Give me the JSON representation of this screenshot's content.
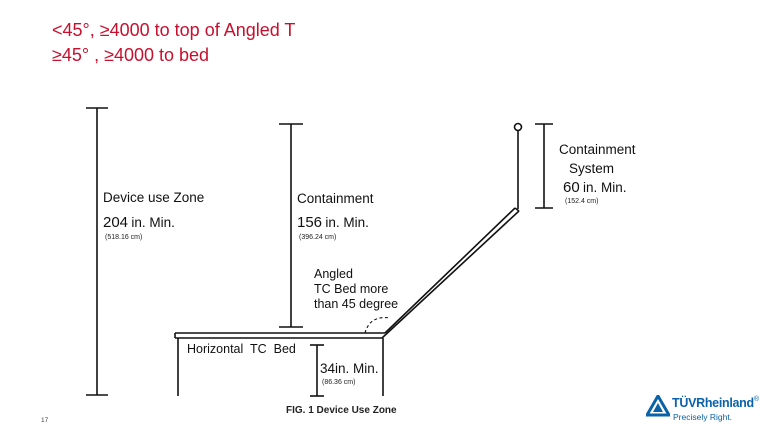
{
  "slide": {
    "title_line1": "<45°, ≥4000 to top of Angled T",
    "title_line2": "≥45° , ≥4000 to bed",
    "page_number": "17"
  },
  "diagram": {
    "caption": "FIG. 1 Device Use Zone",
    "device_zone": {
      "label": "Device use Zone",
      "value": "204",
      "unit": "in. Min.",
      "metric": "(518.16 cm)"
    },
    "containment": {
      "label": "Containment",
      "value": "156",
      "unit": "in. Min.",
      "metric": "(396.24 cm)"
    },
    "containment_system": {
      "label_line1": "Containment",
      "label_line2": "System",
      "value": "60",
      "unit": "in. Min.",
      "metric": "(152.4 cm)"
    },
    "angled_bed": {
      "line1": "Angled",
      "line2": "TC Bed more",
      "line3": "than 45 degree"
    },
    "horizontal_bed": {
      "label": "Horizontal  TC  Bed"
    },
    "bed_height": {
      "value": "34",
      "unit": "in. Min.",
      "metric": "(86.36 cm)"
    }
  },
  "logo": {
    "brand": "TÜVRheinland",
    "registered": "®",
    "tagline": "Precisely Right.",
    "color": "#0a62a9"
  }
}
